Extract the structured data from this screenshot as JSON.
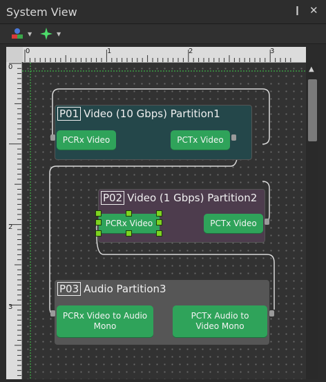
{
  "window": {
    "title": "System View",
    "pin_glyph": "❙",
    "close_glyph": "✕"
  },
  "toolbar": {
    "items": [
      {
        "icon": "partition-colors-icon"
      },
      {
        "icon": "add-node-icon"
      }
    ]
  },
  "rulers": {
    "top": [
      "0",
      "1",
      "2",
      "3"
    ],
    "left": [
      "0",
      "1",
      "2",
      "3"
    ]
  },
  "partitions": [
    {
      "id": "P01",
      "label": "Video (10 Gbps) Partition1",
      "color": "#24474a",
      "nodes": [
        "PCRx Video",
        "PCTx Video"
      ]
    },
    {
      "id": "P02",
      "label": "Video (1 Gbps) Partition2",
      "color": "#4d3c4d",
      "nodes": [
        "PCRx Video",
        "PCTx Video"
      ]
    },
    {
      "id": "P03",
      "label": "Audio Partition3",
      "color": "#565656",
      "nodes": [
        "PCRx Video to Audio Mono",
        "PCTx Audio to Video Mono"
      ]
    }
  ],
  "selection": {
    "partition": "P02",
    "node": "PCRx Video"
  }
}
